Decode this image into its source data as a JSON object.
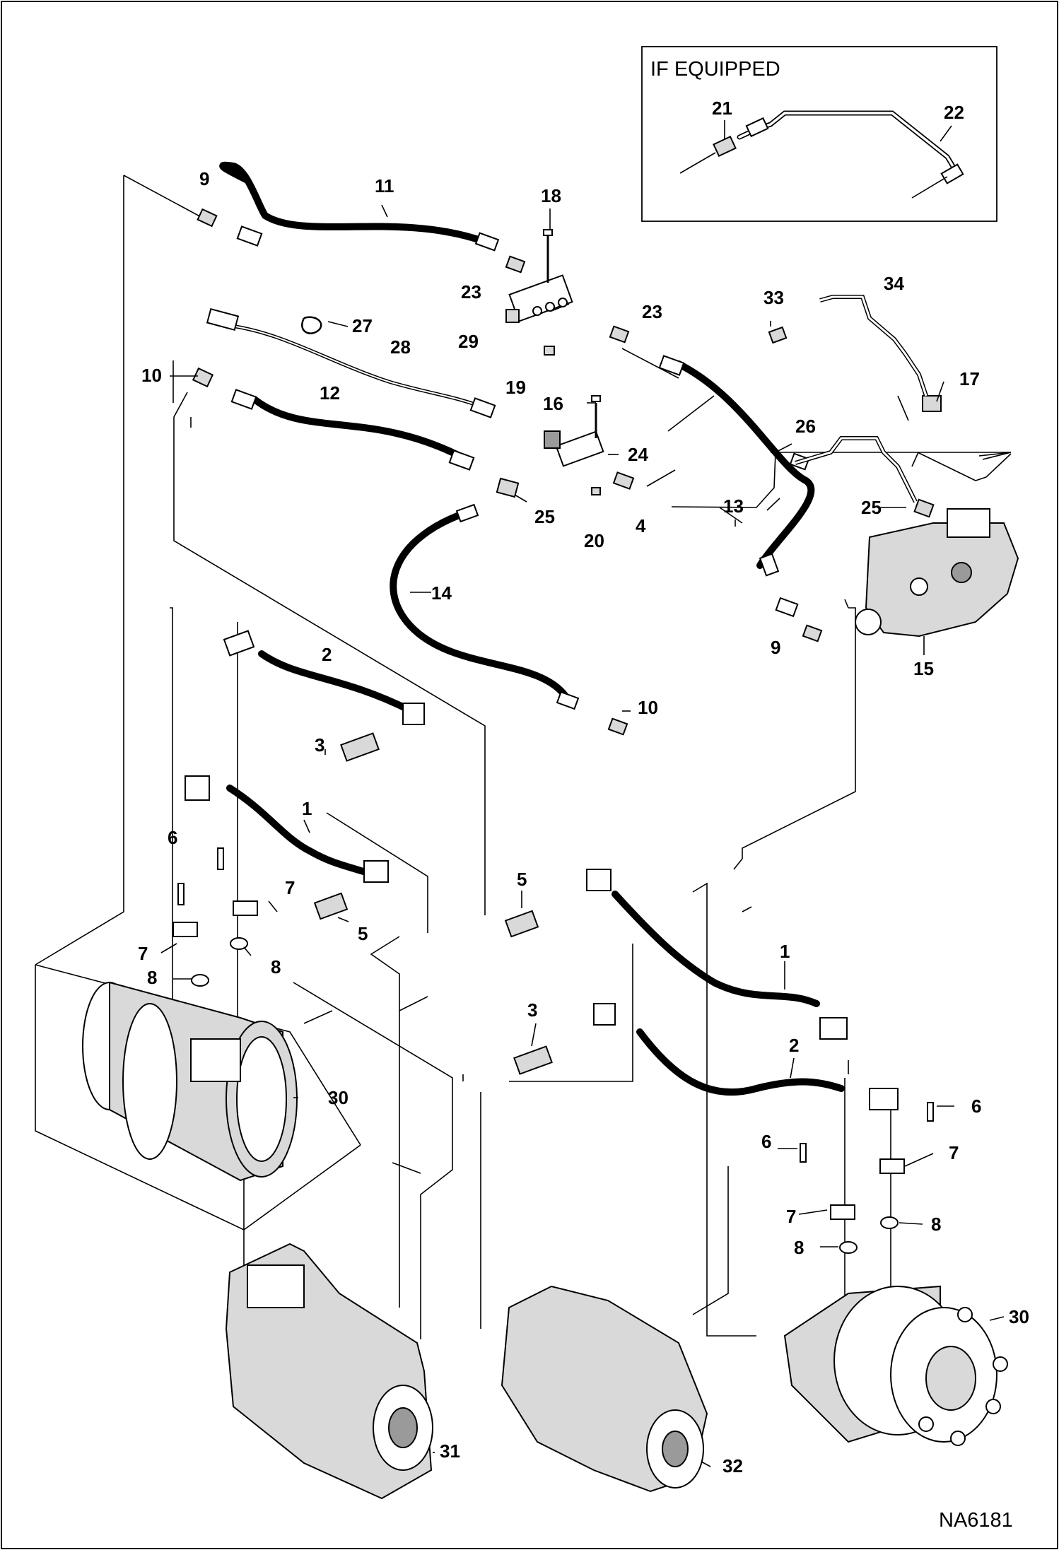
{
  "inset": {
    "title": "IF EQUIPPED"
  },
  "drawing_number": "NA6181",
  "callouts": [
    "9",
    "11",
    "18",
    "23",
    "23",
    "29",
    "19",
    "27",
    "28",
    "10",
    "12",
    "16",
    "24",
    "25",
    "20",
    "4",
    "14",
    "33",
    "34",
    "17",
    "26",
    "13",
    "25",
    "9",
    "15",
    "10",
    "21",
    "22",
    "2",
    "3",
    "1",
    "6",
    "7",
    "7",
    "5",
    "8",
    "8",
    "30",
    "5",
    "1",
    "3",
    "2",
    "6",
    "6",
    "7",
    "7",
    "8",
    "8",
    "30",
    "31",
    "32"
  ]
}
